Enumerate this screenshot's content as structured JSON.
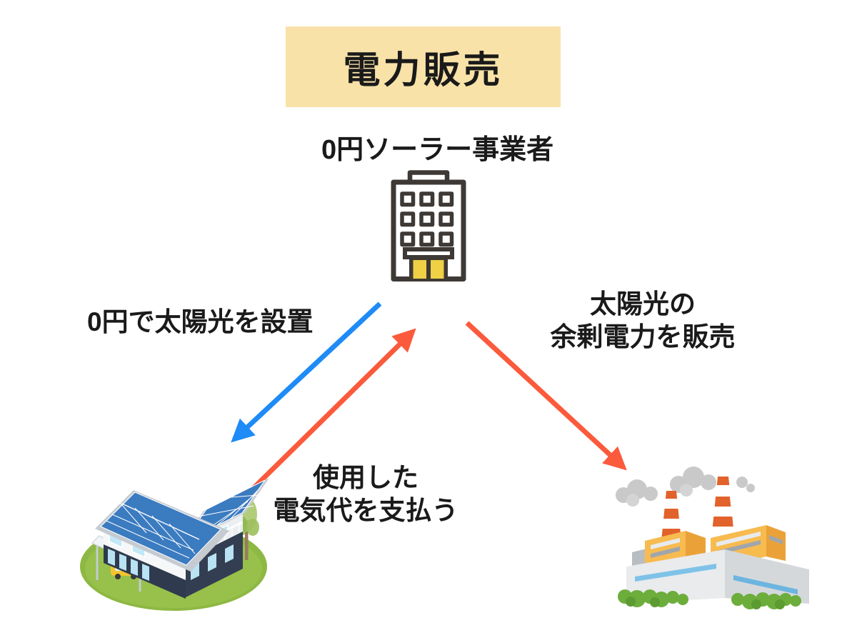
{
  "title": {
    "label": "電力販売"
  },
  "operator": {
    "label": "0円ソーラー事業者",
    "icon": "office-building-icon"
  },
  "flows": {
    "install": {
      "label": "0円で太陽光を設置",
      "from": "operator",
      "to": "house",
      "arrow_color": "#1E8BF7"
    },
    "pay": {
      "lines": [
        "使用した",
        "電気代を支払う"
      ],
      "from": "house",
      "to": "operator",
      "arrow_color": "#FB5A3C"
    },
    "sell": {
      "lines": [
        "太陽光の",
        "余剰電力を販売"
      ],
      "from": "operator",
      "to": "power_plant",
      "arrow_color": "#FB5A3C"
    }
  },
  "entities": {
    "house": {
      "icon": "solar-house-icon"
    },
    "power_plant": {
      "icon": "power-plant-icon"
    }
  },
  "colors": {
    "background": "#FFFFFF",
    "title_banner_bg": "#F8E2A8",
    "text": "#1A1A1A",
    "arrow_blue": "#1E8BF7",
    "arrow_red": "#FB5A3C",
    "building_outline": "#3E3935",
    "building_door_yellow": "#F0D044",
    "solar_panel_blue": "#3B7BC0",
    "lawn_green": "#8DB843"
  }
}
